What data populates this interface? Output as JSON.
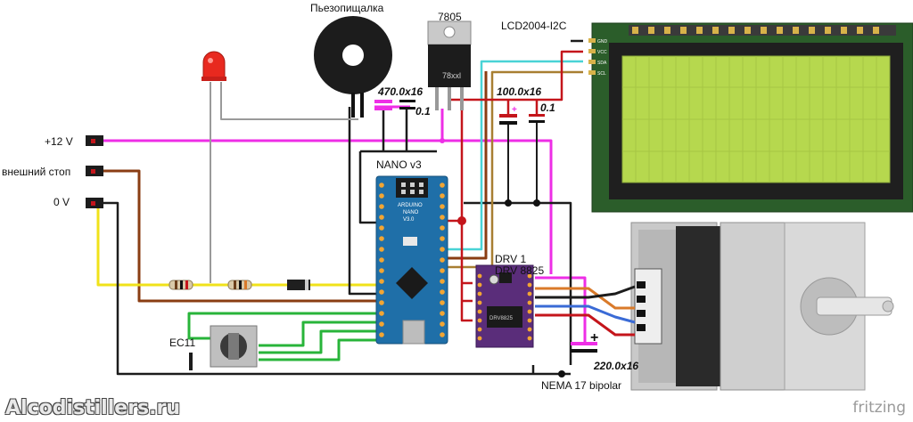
{
  "labels": {
    "buzzer": "Пьезопищалка",
    "regulator": "7805",
    "lcd": "LCD2004-I2C",
    "nano": "NANO v3",
    "plus12": "+12 V",
    "ext_stop": "внешний стоп",
    "zero_v": "0 V",
    "encoder": "EC11",
    "driver_1": "DRV 1",
    "driver_2": "DRV 8825",
    "motor": "NEMA 17 bipolar"
  },
  "capacitors": {
    "c1": "470.0x16",
    "c2": "0.1",
    "c3": "100.0x16",
    "c4": "0.1",
    "c5": "220.0x16"
  },
  "chip_text": {
    "reg_marking": "78xxl",
    "nano_brand": "ARDUINO",
    "nano_model": "NANO",
    "nano_ver": "V3.0",
    "drv_chip": "DRV8825"
  },
  "lcd_pins": [
    "GND",
    "VCC",
    "SDA",
    "SCL"
  ],
  "watermark": "Alcodistillers.ru",
  "fritzing": "fritzing",
  "colors": {
    "magenta": "#ee2ee6",
    "brown": "#8a3d13",
    "yellow": "#f0e21a",
    "green": "#28b43a",
    "cyan": "#49d3d6",
    "tan": "#a87f32",
    "red": "#c4151b",
    "black": "#1c1c1c",
    "gray": "#9a9a9a",
    "lcd_green": "#b6d84e",
    "board_blue": "#1f6fa8",
    "driver_purple": "#5a2d7a"
  }
}
